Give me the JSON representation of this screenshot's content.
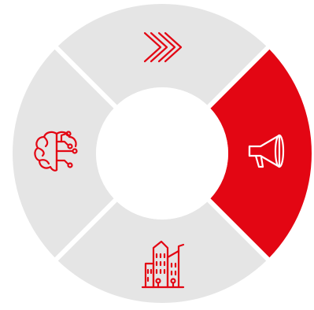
{
  "colors": {
    "accent": "#e30613",
    "segment": "#e5e5e5",
    "background": "#ffffff"
  },
  "segments": [
    {
      "position": "top",
      "icon": "double-chevron-right-icon",
      "highlighted": false
    },
    {
      "position": "right",
      "icon": "megaphone-icon",
      "highlighted": true
    },
    {
      "position": "bottom",
      "icon": "city-buildings-icon",
      "highlighted": false
    },
    {
      "position": "left",
      "icon": "brain-circuit-icon",
      "highlighted": false
    }
  ]
}
